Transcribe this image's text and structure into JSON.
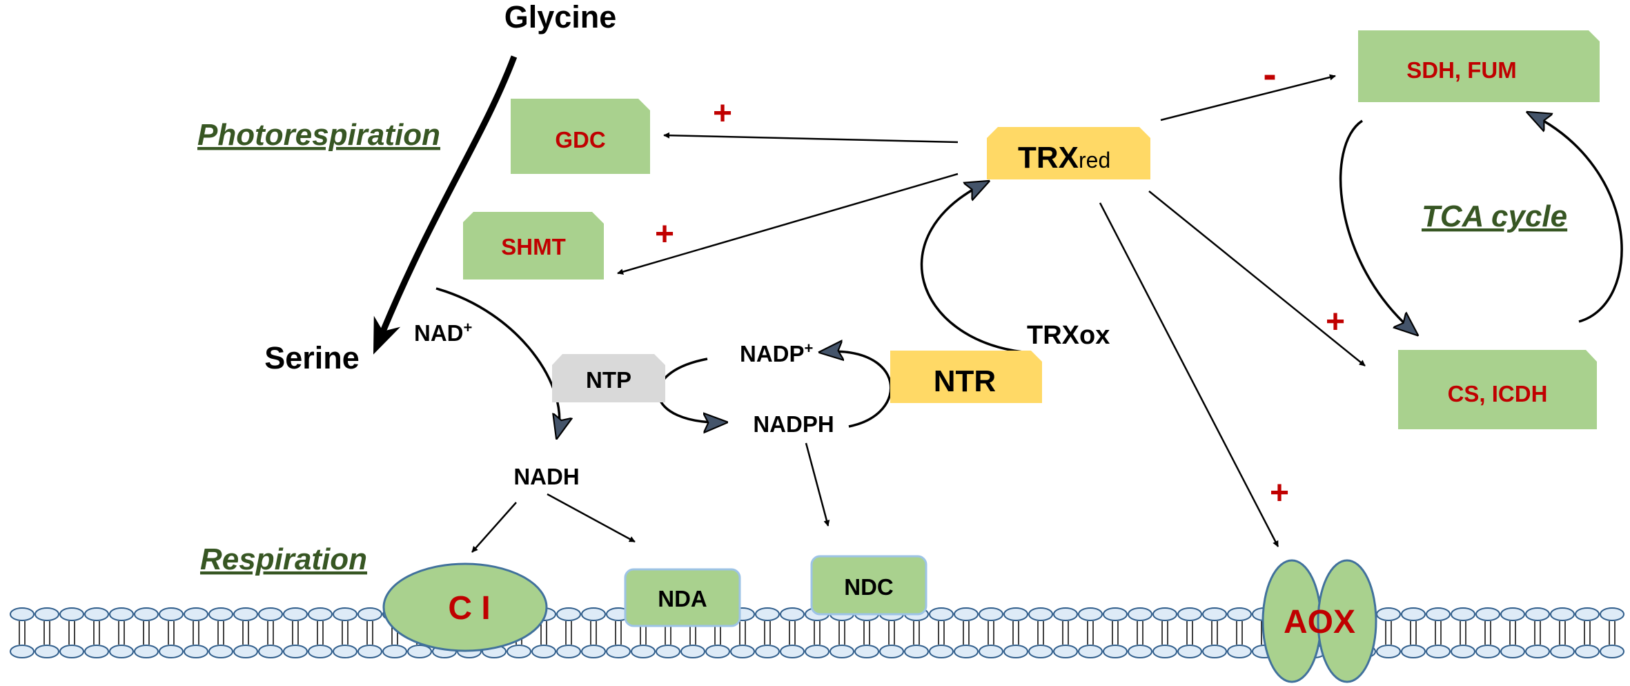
{
  "labels": {
    "glycine": "Glycine",
    "serine": "Serine",
    "photorespiration": "Photorespiration",
    "respiration": "Respiration",
    "tca_cycle": "TCA cycle",
    "nad_plus": "NAD",
    "nad_plus_sup": "+",
    "nadh": "NADH",
    "nadp_plus": "NADP",
    "nadp_plus_sup": "+",
    "nadph": "NADPH",
    "trx_ox": "TRXox"
  },
  "boxes": {
    "gdc": "GDC",
    "shmt": "SHMT",
    "sdh_fum": "SDH, FUM",
    "cs_icdh": "CS, ICDH",
    "trx_red_main": "TRX",
    "trx_red_sub": "red",
    "ntp": "NTP",
    "ntr": "NTR"
  },
  "membrane_proteins": {
    "complex_i": "C I",
    "nda": "NDA",
    "ndc": "NDC",
    "aox": "AOX"
  },
  "regulation": {
    "gdc_sign": "+",
    "shmt_sign": "+",
    "sdh_fum_sign": "-",
    "cs_icdh_sign": "+",
    "aox_sign": "+"
  },
  "colors": {
    "green_box": "#a9d18e",
    "yellow_box": "#ffd966",
    "grey_box": "#d9d9d9",
    "dark_red_text": "#c00000",
    "section_green": "#375623",
    "membrane_fill": "#deebf7",
    "membrane_stroke": "#2e5c8a",
    "arrow_head_fill": "#44546a"
  }
}
